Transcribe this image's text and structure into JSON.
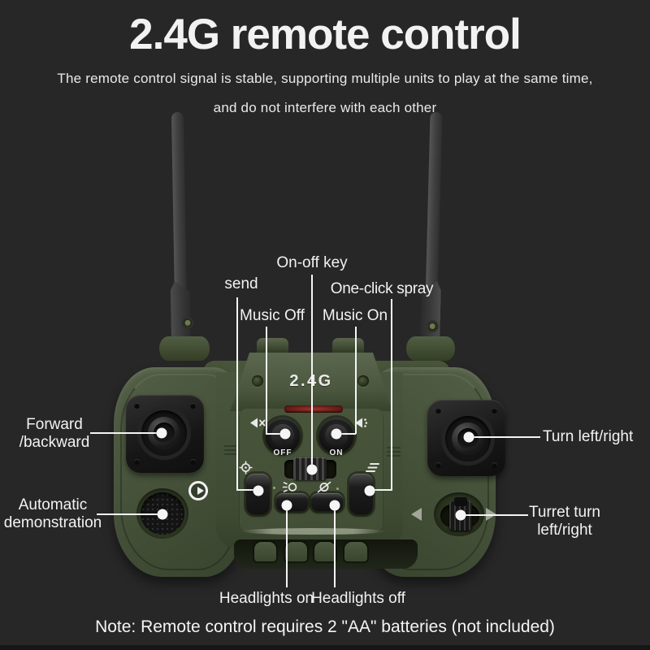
{
  "header": {
    "title": "2.4G remote control",
    "subtitle_line1": "The remote control signal is stable, supporting multiple units to play at the same time,",
    "subtitle_line2": "and do not interfere with each other"
  },
  "callouts": {
    "on_off_key": "On-off key",
    "send": "send",
    "one_click_spray": "One-click spray",
    "music_off": "Music Off",
    "music_on": "Music On",
    "forward_backward": [
      "Forward",
      "/backward"
    ],
    "automatic_demonstration": [
      "Automatic",
      "demonstration"
    ],
    "turn_left_right": "Turn left/right",
    "turret_turn": [
      "Turret turn",
      "left/right"
    ],
    "headlights_on": "Headlights on",
    "headlights_off": "Headlights off"
  },
  "device": {
    "logo": "2.4G",
    "switch_off_label": "OFF",
    "switch_on_label": "ON"
  },
  "footer": {
    "note": "Note: Remote control requires 2 \"AA\" batteries (not included)"
  },
  "icons": {
    "mute": "speaker-with-x",
    "speaker": "speaker-with-dots",
    "crosshair": "target-crosshair",
    "menu": "three-lines",
    "headlight_on": "bulb-with-rays",
    "headlight_off": "bulb-with-slash",
    "play": "play-triangle-in-circle",
    "arrows": "left-right-triangles"
  },
  "colors": {
    "background": "#272727",
    "body": "#49553a",
    "body-dark": "#39432c",
    "panel": "#434f36",
    "control": "#1b1b1b",
    "line": "#f5f5f5",
    "text": "#f2f2f2",
    "red": "#8c2b24",
    "arrow": "#a2a79a"
  }
}
